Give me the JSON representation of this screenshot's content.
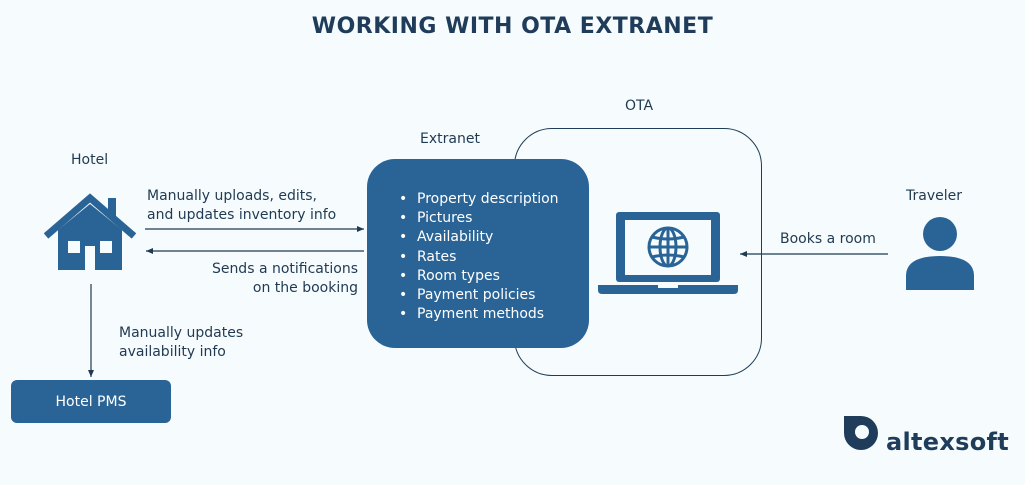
{
  "title": "WORKING WITH OTA EXTRANET",
  "labels": {
    "hotel": "Hotel",
    "extranet": "Extranet",
    "ota": "OTA",
    "traveler": "Traveler"
  },
  "arrows": {
    "upload_line1": "Manually uploads, edits,",
    "upload_line2": "and updates inventory info",
    "notify_line1": "Sends a notifications",
    "notify_line2": "on the booking",
    "pms_line1": "Manually updates",
    "pms_line2": "availability info",
    "books": "Books a room"
  },
  "extranet_items": [
    "Property description",
    "Pictures",
    "Availability",
    "Rates",
    "Room types",
    "Payment policies",
    "Payment methods"
  ],
  "pms": "Hotel PMS",
  "brand": "altexsoft",
  "colors": {
    "primary": "#2a6496",
    "dark": "#1f3d5a",
    "background": "#f6fbfd"
  },
  "icons": [
    "house-icon",
    "laptop-globe-icon",
    "person-icon",
    "altexsoft-logo-icon"
  ]
}
